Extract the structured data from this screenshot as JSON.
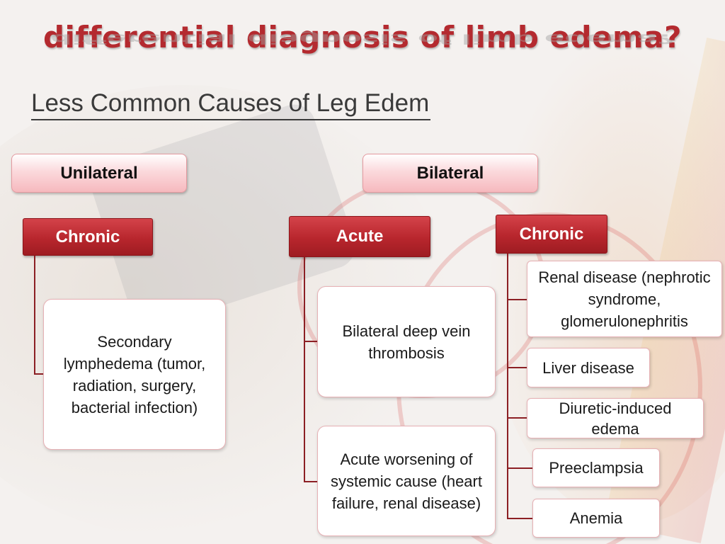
{
  "slide": {
    "title": "differential diagnosis of limb edema?",
    "subtitle": "Less Common Causes of Leg Edem"
  },
  "categories": {
    "unilateral": "Unilateral",
    "bilateral": "Bilateral"
  },
  "unilateral_chronic": {
    "label": "Chronic",
    "items": [
      "Secondary lymphedema (tumor, radiation, surgery, bacterial infection)"
    ]
  },
  "bilateral_acute": {
    "label": "Acute",
    "items": [
      "Bilateral deep vein thrombosis",
      "Acute worsening of systemic cause (heart failure, renal disease)"
    ]
  },
  "bilateral_chronic": {
    "label": "Chronic",
    "items": [
      "Renal disease (nephrotic syndrome, glomerulonephritis",
      "Liver disease",
      "Diuretic-induced edema",
      "Preeclampsia",
      "Anemia"
    ]
  }
}
